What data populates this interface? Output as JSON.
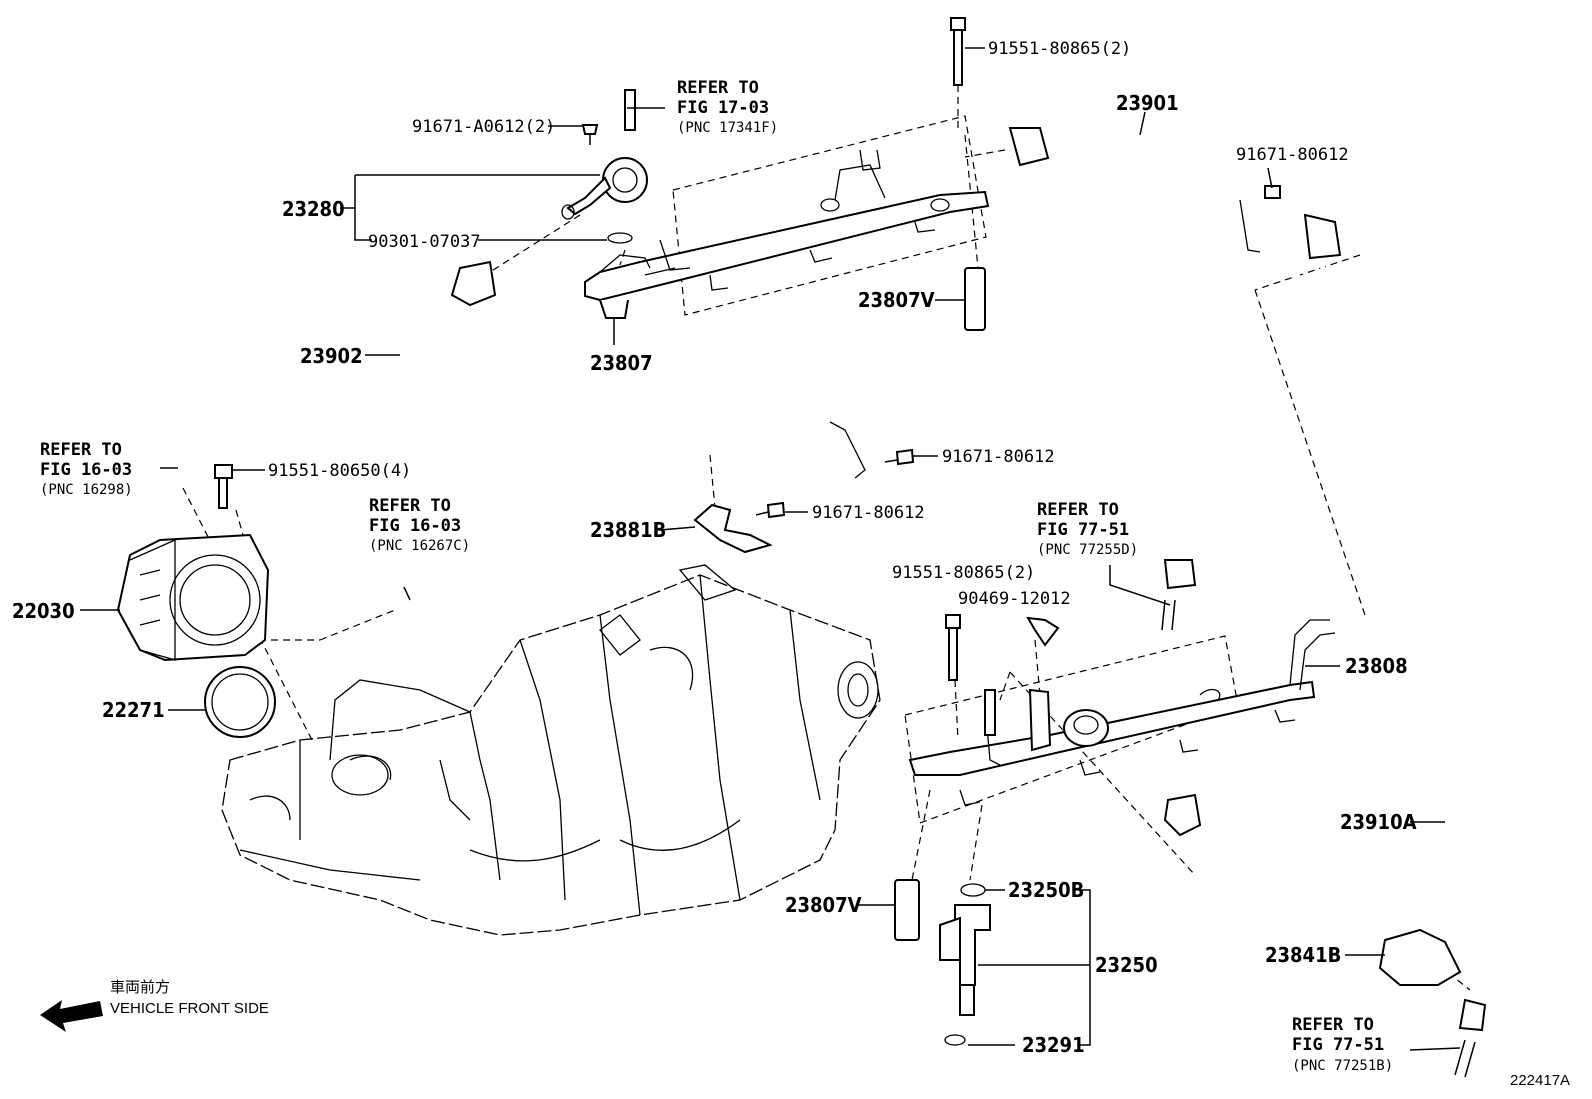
{
  "callouts": {
    "p91551_80865_top": "91551-80865(2)",
    "p23901": "23901",
    "p91671_A0612": "91671-A0612(2)",
    "p23280": "23280",
    "p90301_07037": "90301-07037",
    "p91671_80612_a": "91671-80612",
    "p23807V_top": "23807V",
    "p23807": "23807",
    "p23902": "23902",
    "p91671_80612_b": "91671-80612",
    "p91551_80650": "91551-80650(4)",
    "p23881B": "23881B",
    "p91671_80612_c": "91671-80612",
    "p22030": "22030",
    "p22271": "22271",
    "p91551_80865_mid": "91551-80865(2)",
    "p90469_12012": "90469-12012",
    "p23808": "23808",
    "p23910A": "23910A",
    "p23807V_bot": "23807V",
    "p23250B": "23250B",
    "p23250": "23250",
    "p23841B": "23841B",
    "p23291": "23291"
  },
  "refs": {
    "fig17": {
      "line1": "REFER TO",
      "line2": "FIG 17-03",
      "pnc": "(PNC 17341F)"
    },
    "fig16a": {
      "line1": "REFER TO",
      "line2": "FIG 16-03",
      "pnc": "(PNC 16298)"
    },
    "fig16b": {
      "line1": "REFER TO",
      "line2": "FIG 16-03",
      "pnc": "(PNC 16267C)"
    },
    "fig77a": {
      "line1": "REFER TO",
      "line2": "FIG 77-51",
      "pnc": "(PNC 77255D)"
    },
    "fig77b": {
      "line1": "REFER TO",
      "line2": "FIG 77-51",
      "pnc": "(PNC 77251B)"
    }
  },
  "orientation": {
    "jp": "車両前方",
    "en": "VEHICLE FRONT SIDE"
  },
  "figure_id": "222417A"
}
